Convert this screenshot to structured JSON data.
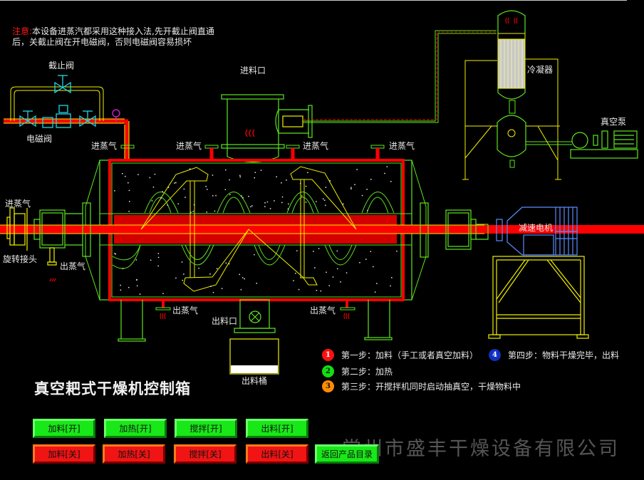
{
  "notice": {
    "prefix": "注意:",
    "text": "本设备进蒸汽都采用这种接入法,先开截止阀直通后，关截止阀在开电磁阀，否则电磁阀容易损坏"
  },
  "labels": {
    "shutoff_valve": "截止阀",
    "solenoid_valve": "电磁阀",
    "feed_inlet": "进料口",
    "condenser": "冷凝器",
    "vacuum_pump": "真空泵",
    "steam_in_1": "进蒸气",
    "steam_in_2": "进蒸气",
    "steam_in_3": "进蒸气",
    "steam_in_4": "进蒸气",
    "steam_in_left": "进蒸气",
    "rotary_joint": "旋转接头",
    "steam_out_left": "出蒸气",
    "steam_out_1": "出蒸气",
    "steam_out_2": "出蒸气",
    "discharge_port": "出料口",
    "discharge_bucket": "出料桶",
    "gear_motor": "减速电机"
  },
  "title": "真空耙式干燥机控制箱",
  "steps": [
    {
      "num": "1",
      "text": "第一步：加料（手工或者真空加料）",
      "color": "#ff1010"
    },
    {
      "num": "2",
      "text": "第二步：加热",
      "color": "#10e010"
    },
    {
      "num": "3",
      "text": "第三步：开搅拌机同时启动抽真空，干燥物料中",
      "color": "#ff8c00"
    },
    {
      "num": "4",
      "text": "第四步：物料干燥完毕，出料",
      "color": "#1030c0"
    }
  ],
  "buttons": {
    "on": [
      "加料[开]",
      "加热[开]",
      "搅拌[开]",
      "出料[开]"
    ],
    "off": [
      "加料[关]",
      "加热[关]",
      "搅拌[关]",
      "出料[关]"
    ],
    "back": "返回产品目录"
  },
  "company": "常州市盛丰干燥设备有限公司",
  "colors": {
    "outline": "#5ee61e",
    "pipe": "#f0f000",
    "steam": "#ff0000",
    "motor": "#5a8cff",
    "gauge": "#e020e0",
    "valve": "#20d8e8"
  }
}
